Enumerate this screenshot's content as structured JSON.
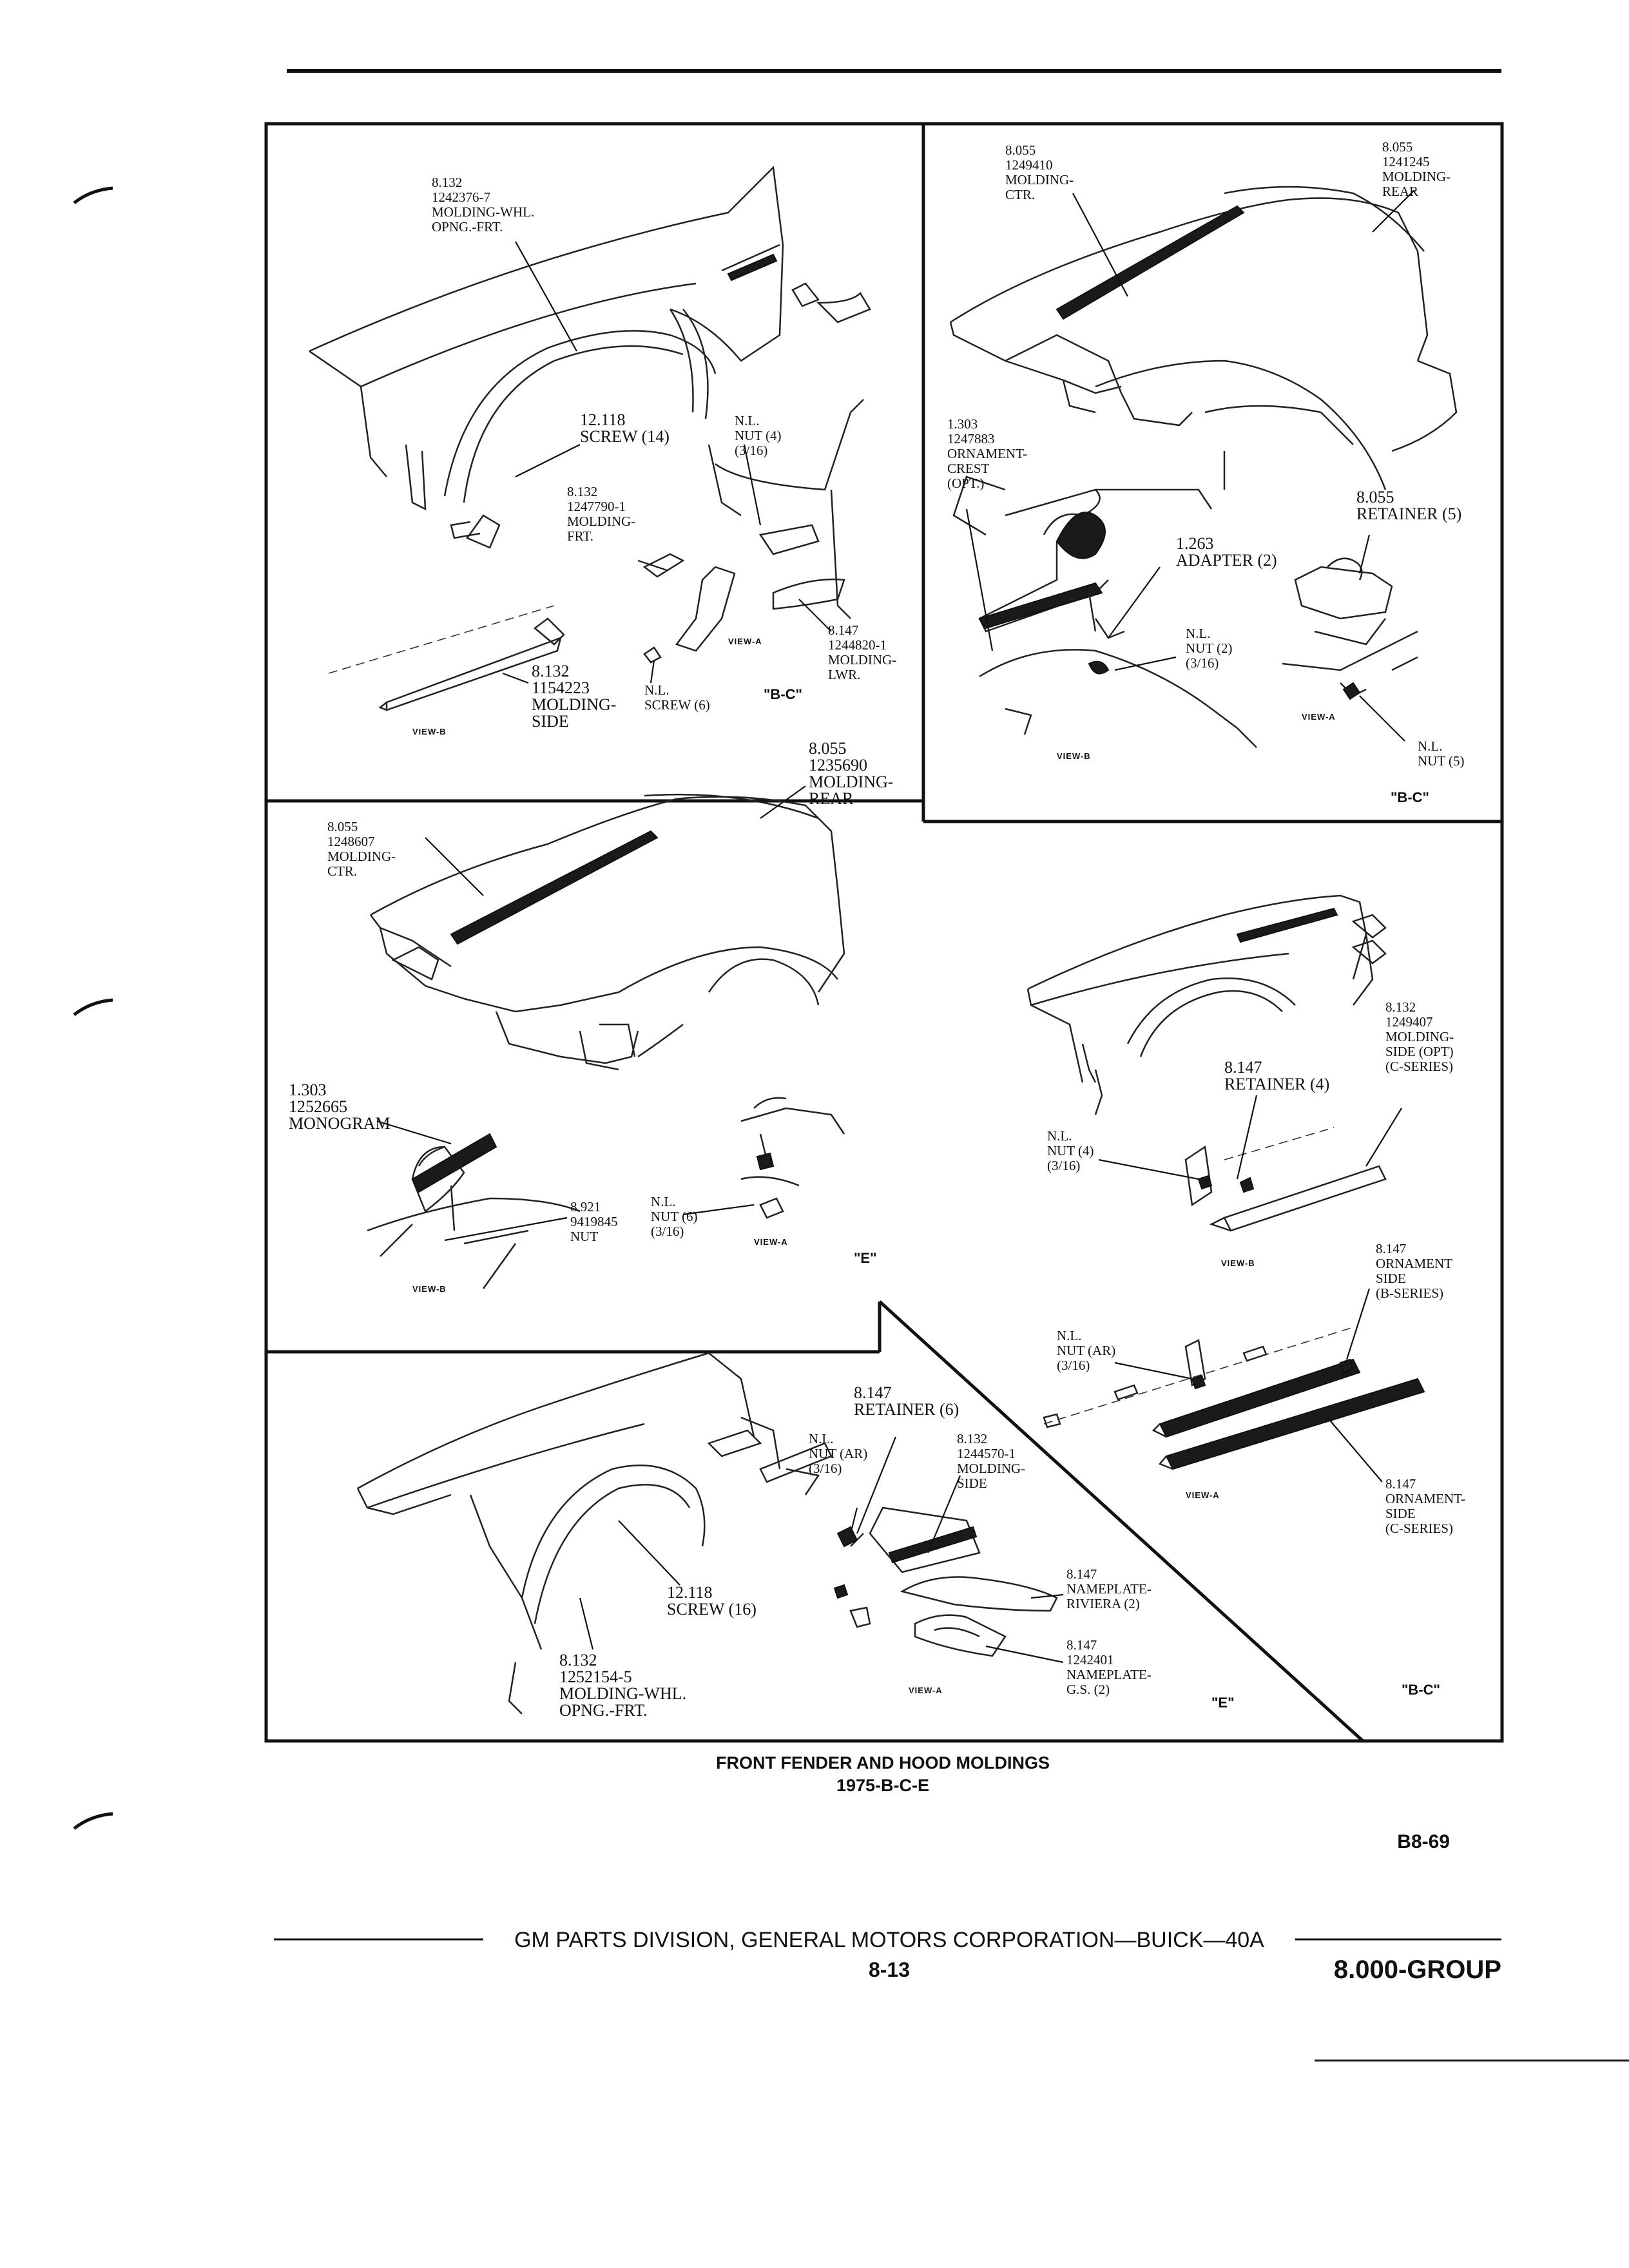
{
  "page": {
    "caption": {
      "title": "FRONT FENDER AND HOOD MOLDINGS",
      "subtitle": "1975-B-C-E"
    },
    "code": "B8-69",
    "footer": {
      "publisher": "GM PARTS DIVISION, GENERAL MOTORS CORPORATION—BUICK—40A",
      "page_number": "8-13",
      "group": "8.000-GROUP"
    }
  },
  "panels": {
    "top_left": {
      "labels": [
        [
          "8.132",
          "1242376-7",
          "MOLDING-WHL.",
          "OPNG.-FRT."
        ],
        [
          "12.118",
          "SCREW (14)"
        ],
        [
          "N.L.",
          "NUT (4)",
          "(3/16)"
        ],
        [
          "8.132",
          "1247790-1",
          "MOLDING-",
          "FRT."
        ],
        [
          "8.147",
          "1244820-1",
          "MOLDING-",
          "LWR."
        ],
        [
          "8.132",
          "1154223",
          "MOLDING-",
          "SIDE"
        ],
        [
          "N.L.",
          "SCREW (6)"
        ]
      ],
      "views": [
        "VIEW-B",
        "VIEW-A"
      ],
      "series": "\"B-C\""
    },
    "top_right": {
      "labels": [
        [
          "8.055",
          "1249410",
          "MOLDING-",
          "CTR."
        ],
        [
          "8.055",
          "1241245",
          "MOLDING-",
          "REAR"
        ],
        [
          "1.303",
          "1247883",
          "ORNAMENT-",
          "CREST",
          "(OPT.)"
        ],
        [
          "8.055",
          "RETAINER (5)"
        ],
        [
          "1.263",
          "ADAPTER (2)"
        ],
        [
          "N.L.",
          "NUT (2)",
          "(3/16)"
        ],
        [
          "N.L.",
          "NUT (5)"
        ]
      ],
      "views": [
        "VIEW-B",
        "VIEW-A"
      ],
      "series": "\"B-C\""
    },
    "middle_left": {
      "labels": [
        [
          "8.055",
          "1235690",
          "MOLDING-",
          "REAR"
        ],
        [
          "8.055",
          "1248607",
          "MOLDING-",
          "CTR."
        ],
        [
          "1.303",
          "1252665",
          "MONOGRAM"
        ],
        [
          "8.921",
          "9419845",
          "NUT"
        ],
        [
          "N.L.",
          "NUT (6)",
          "(3/16)"
        ]
      ],
      "views": [
        "VIEW-B",
        "VIEW-A"
      ],
      "series": "\"E\""
    },
    "middle_right": {
      "labels": [
        [
          "8.132",
          "1249407",
          "MOLDING-",
          "SIDE (OPT)",
          "(C-SERIES)"
        ],
        [
          "8.147",
          "RETAINER (4)"
        ],
        [
          "N.L.",
          "NUT (4)",
          "(3/16)"
        ]
      ],
      "views": [
        "VIEW-B"
      ]
    },
    "bottom_left": {
      "labels": [
        [
          "8.147",
          "RETAINER (6)"
        ],
        [
          "N.L.",
          "NUT (AR)",
          "(3/16)"
        ],
        [
          "8.132",
          "1244570-1",
          "MOLDING-",
          "SIDE"
        ],
        [
          "8.147",
          "NAMEPLATE-",
          "RIVIERA (2)"
        ],
        [
          "8.147",
          "1242401",
          "NAMEPLATE-",
          "G.S. (2)"
        ],
        [
          "12.118",
          "SCREW (16)"
        ],
        [
          "8.132",
          "1252154-5",
          "MOLDING-WHL.",
          "OPNG.-FRT."
        ]
      ],
      "views": [
        "VIEW-A"
      ],
      "series": "\"E\""
    },
    "bottom_right": {
      "labels": [
        [
          "8.147",
          "ORNAMENT",
          "SIDE",
          "(B-SERIES)"
        ],
        [
          "N.L.",
          "NUT (AR)",
          "(3/16)"
        ],
        [
          "8.147",
          "ORNAMENT-",
          "SIDE",
          "(C-SERIES)"
        ]
      ],
      "views": [
        "VIEW-A"
      ],
      "series": "\"B-C\""
    }
  }
}
